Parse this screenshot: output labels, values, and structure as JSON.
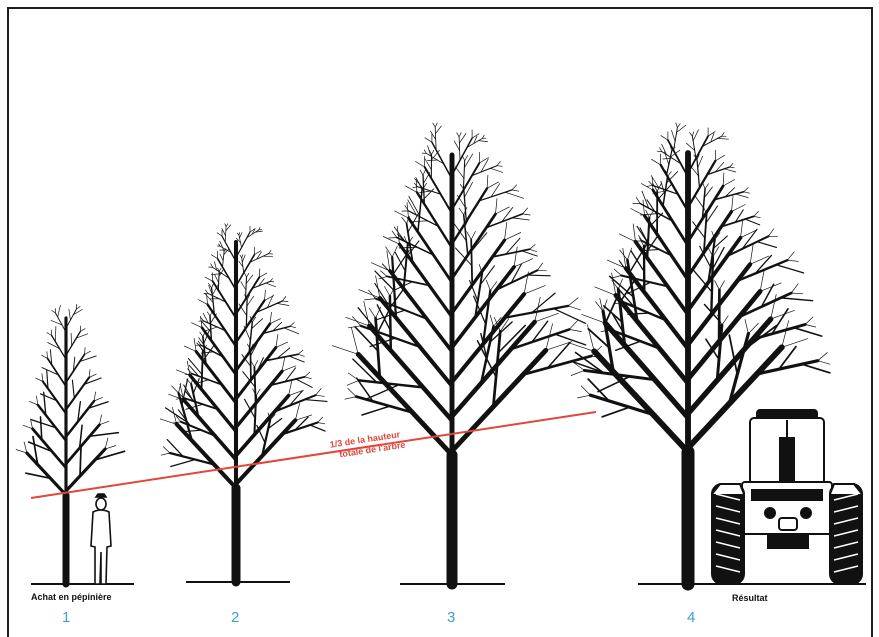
{
  "figure": {
    "stages": [
      {
        "number": "1",
        "caption": "Achat en pépinière"
      },
      {
        "number": "2",
        "caption": ""
      },
      {
        "number": "3",
        "caption": ""
      },
      {
        "number": "4",
        "caption": "Résultat"
      }
    ],
    "annotation": {
      "line1": "1/3 de la hauteur",
      "line2": "totale de l'arbre"
    },
    "colors": {
      "ink": "#111111",
      "line": "#e0473d",
      "number": "#3aa0d8",
      "frame": "#1e1e1e"
    },
    "icons": [
      "tree-icon",
      "person-icon",
      "tractor-icon"
    ]
  }
}
